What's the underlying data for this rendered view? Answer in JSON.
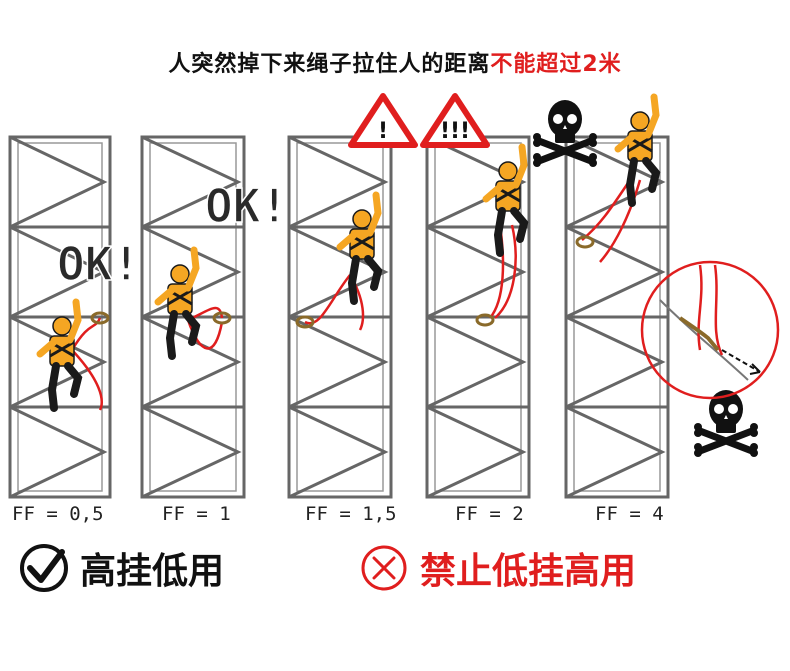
{
  "title": {
    "prefix": "人突然掉下来绳子拉住人的距离",
    "highlight": "不能超过2米"
  },
  "ok_label": "OK!",
  "frames": [
    {
      "ff_label": "FF = 0,5",
      "status": "ok"
    },
    {
      "ff_label": "FF = 1",
      "status": "ok"
    },
    {
      "ff_label": "FF = 1,5",
      "status": "warning",
      "sign_text": "!"
    },
    {
      "ff_label": "FF = 2",
      "status": "danger",
      "sign_text": "!!!"
    },
    {
      "ff_label": "FF = 4",
      "status": "fatal"
    }
  ],
  "legend": {
    "good": {
      "text": "高挂低用",
      "icon": "check-circle-icon"
    },
    "bad": {
      "text": "禁止低挂高用",
      "icon": "cross-circle-icon"
    }
  },
  "colors": {
    "frame": "#666666",
    "rope": "#e01e1e",
    "worker": "#f5a623",
    "warning_sign": "#e01e1e",
    "skull": "#111111",
    "title_highlight": "#e01e1e"
  }
}
